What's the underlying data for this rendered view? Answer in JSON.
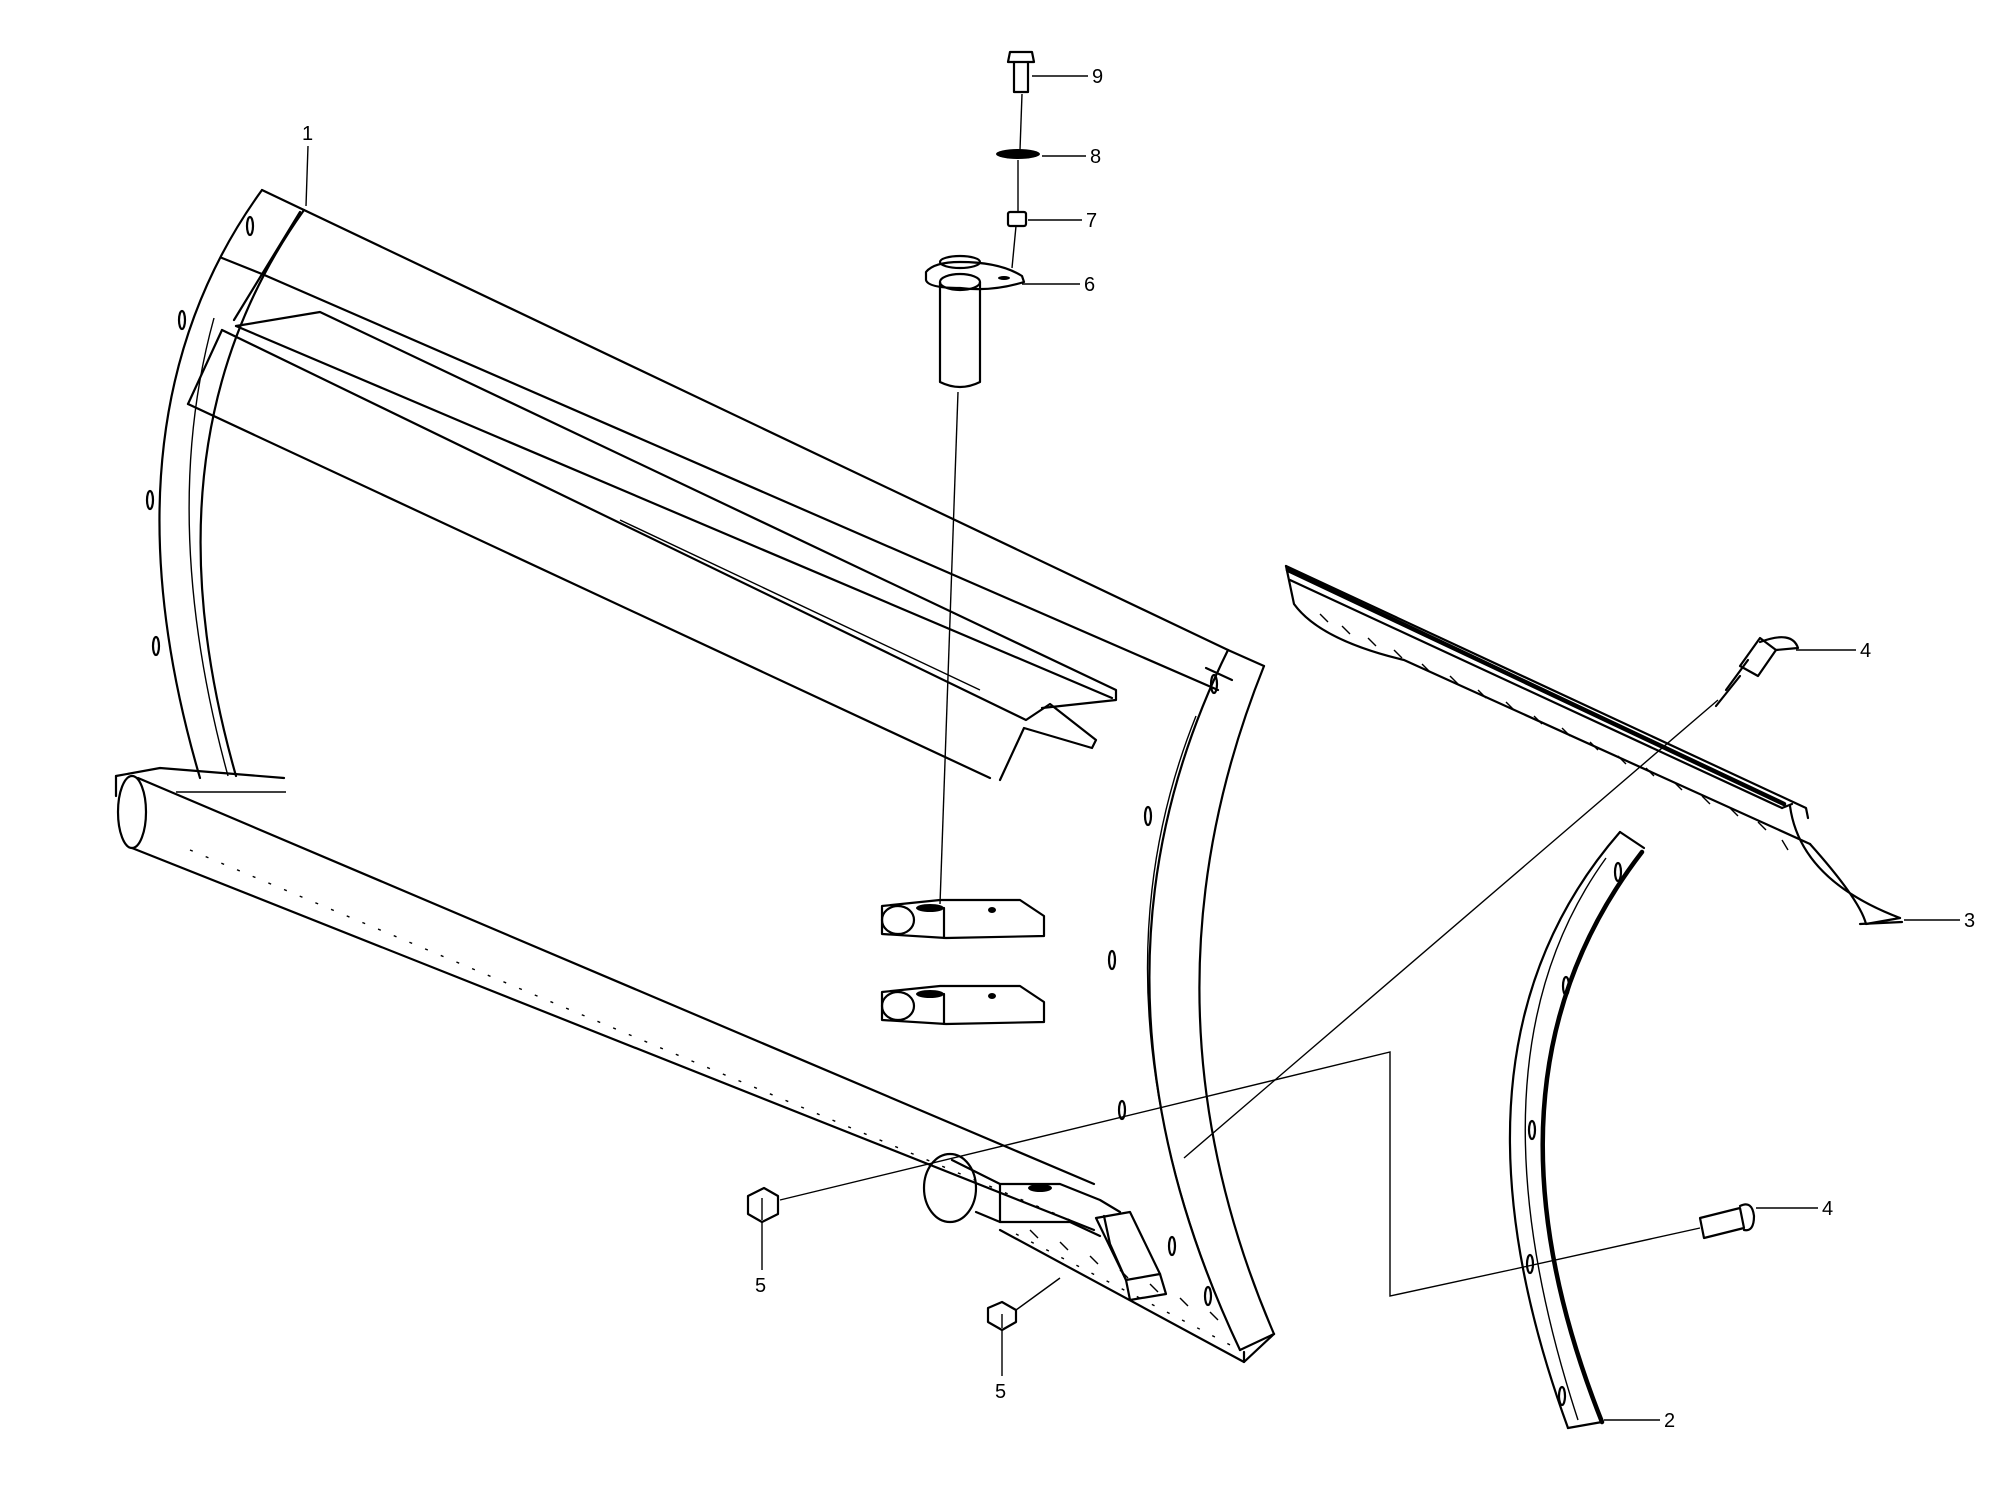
{
  "callouts": {
    "c1": "1",
    "c2": "2",
    "c3": "3",
    "c4a": "4",
    "c4b": "4",
    "c5a": "5",
    "c5b": "5",
    "c6": "6",
    "c7": "7",
    "c8": "8",
    "c9": "9"
  },
  "colors": {
    "ink": "#000000",
    "paper": "#ffffff"
  }
}
